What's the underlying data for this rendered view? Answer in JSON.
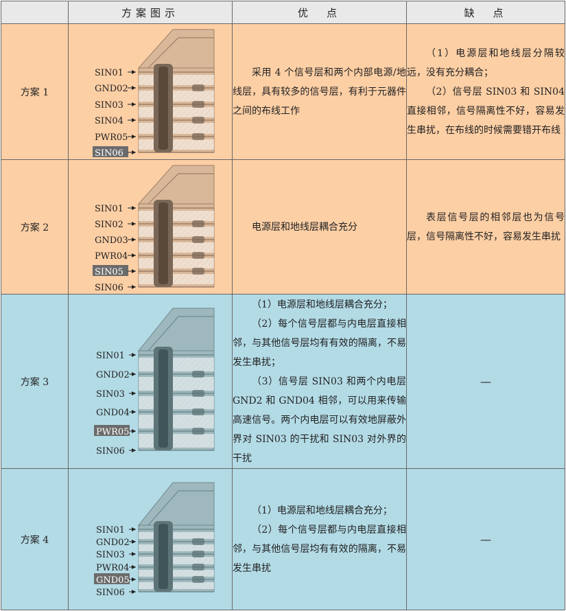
{
  "header": {
    "col1": "方案图示",
    "col2": "优　点",
    "col3": "缺　点"
  },
  "rows": [
    {
      "plan": "方案 1",
      "theme": "orange",
      "layers": [
        "SIN01",
        "GND02",
        "SIN03",
        "SIN04",
        "PWR05",
        "SIN06"
      ],
      "highlight": "SIN06",
      "pros": [
        "采用 4 个信号层和两个内部电源/地线层，具有较多的信号层，有利于元器件之间的布线工作"
      ],
      "cons": [
        "（1）电源层和地线层分隔较远，没有充分耦合；",
        "（2）信号层 SIN03 和 SIN04 直接相邻，信号隔离性不好，容易发生串扰，在布线的时候需要错开布线"
      ]
    },
    {
      "plan": "方案 2",
      "theme": "orange",
      "layers": [
        "SIN01",
        "SIN02",
        "GND03",
        "PWR04",
        "SIN05",
        "SIN06"
      ],
      "highlight": "SIN05",
      "pros": [
        "电源层和地线层耦合充分"
      ],
      "cons": [
        "表层信号层的相邻层也为信号层，信号隔离性不好，容易发生串扰"
      ]
    },
    {
      "plan": "方案 3",
      "theme": "blue",
      "layers": [
        "SIN01",
        "GND02",
        "SIN03",
        "GND04",
        "PWR05",
        "SIN06"
      ],
      "highlight": "PWR05",
      "pros": [
        "（1）电源层和地线层耦合充分；",
        "（2）每个信号层都与内电层直接相邻，与其他信号层均有有效的隔离，不易发生串扰；",
        "（3）信号层 SIN03 和两个内电层 GND2 和 GND04 相邻，可以用来传输高速信号。两个内电层可以有效地屏蔽外界对 SIN03 的干扰和 SIN03 对外界的干扰"
      ],
      "cons": [
        "—"
      ]
    },
    {
      "plan": "方案 4",
      "theme": "blue",
      "layers": [
        "SIN01",
        "GND02",
        "SIN03",
        "PWR04",
        "GND05",
        "SIN06"
      ],
      "highlight": "GND05",
      "pros": [
        "（1）电源层和地线层耦合充分；",
        "（2）每个信号层都与内电层直接相邻，与其他信号层均有有效的隔离，不易发生串扰"
      ],
      "cons": [
        "—"
      ]
    }
  ],
  "colors": {
    "orange_bg": "#fdcfa5",
    "blue_bg": "#b3dbe6",
    "orange_board": "#d9b89a",
    "blue_board": "#9fb8bd",
    "orange_via": "#7a6757",
    "blue_via": "#5d7478",
    "label_highlight": "#6b6b6b"
  }
}
